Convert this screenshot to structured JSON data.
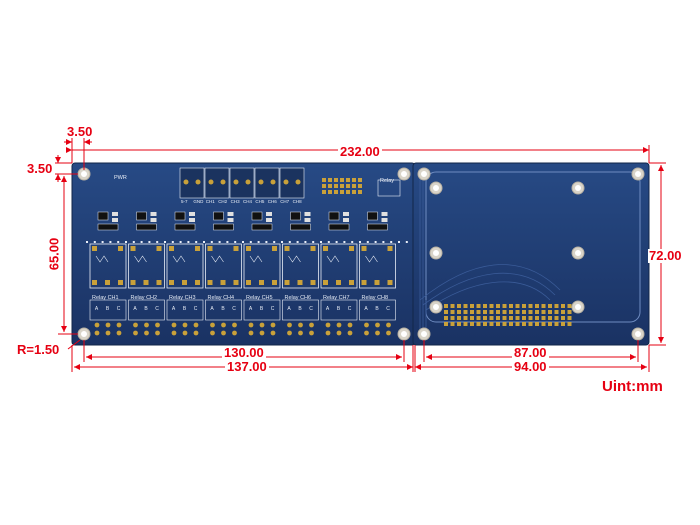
{
  "dimensions": {
    "offset_x": "3.50",
    "offset_y": "3.50",
    "overall_width": "232.00",
    "relay_height": "65.00",
    "corner_radius": "R=1.50",
    "relay_hole_span": "130.00",
    "relay_width": "137.00",
    "hat_hole_span": "87.00",
    "hat_width": "94.00",
    "hat_height": "72.00"
  },
  "unit": "Uint:mm",
  "board": {
    "pwr_label": "PWR",
    "relay_label": "Relay",
    "channels": [
      "Relay CH1",
      "Relay CH2",
      "Relay CH3",
      "Relay CH4",
      "Relay CH5",
      "Relay CH6",
      "Relay CH7",
      "Relay CH8"
    ],
    "terminal_letters": [
      "A",
      "B",
      "C"
    ],
    "top_terminals": [
      "5-7",
      "GND",
      "CH1",
      "CH2",
      "CH3",
      "CH4",
      "CH5",
      "CH6",
      "CH7",
      "CH8"
    ]
  },
  "colors": {
    "dimension": "#e60012",
    "pcb": "#1f3a6c",
    "silkscreen": "#e9eef7",
    "gold": "#c9a13a"
  }
}
